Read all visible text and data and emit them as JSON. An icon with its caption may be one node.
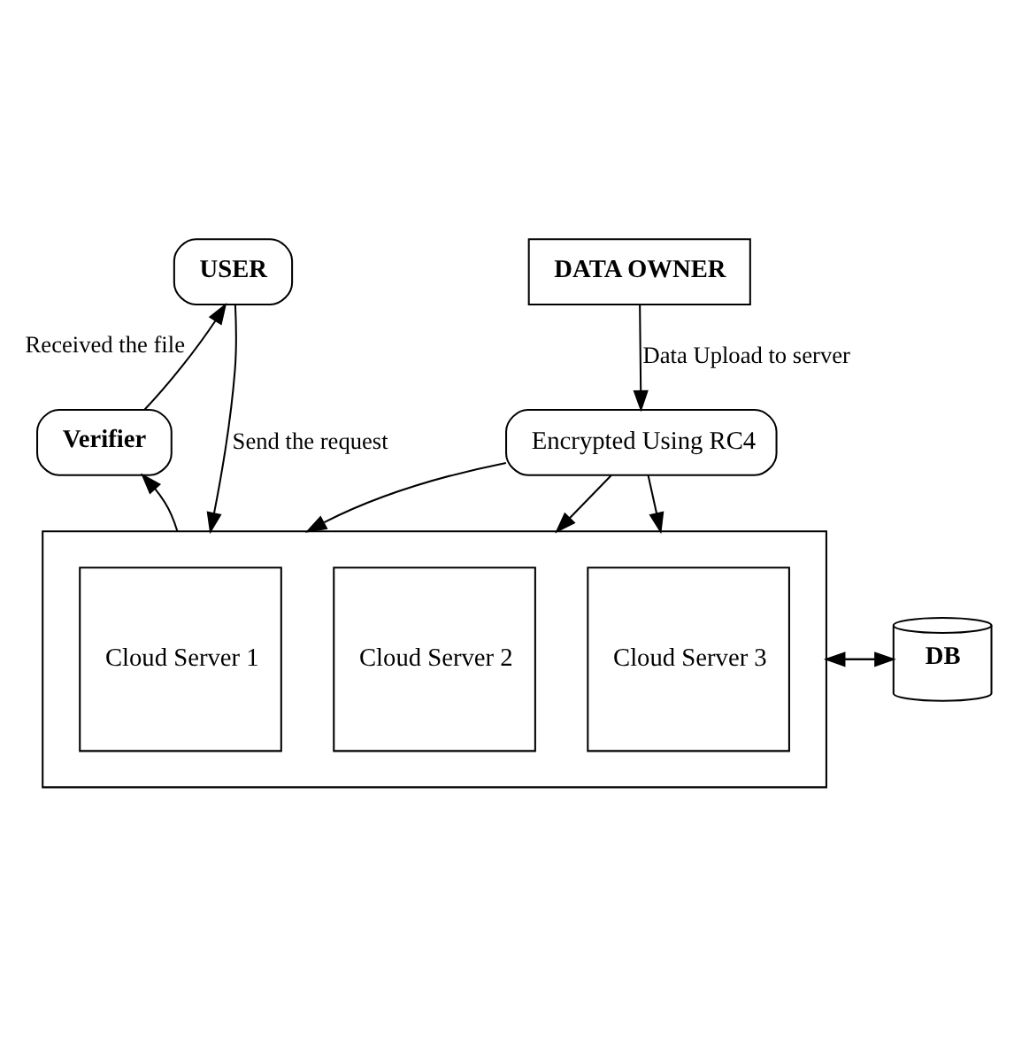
{
  "diagram": {
    "nodes": [
      {
        "text": [
          "USER"
        ]
      },
      {
        "text": [
          "DATA OWNER"
        ]
      },
      {
        "text": [
          "Verifier"
        ]
      },
      {
        "text": [
          "Encrypted Using RC4"
        ]
      },
      {
        "text": [],
        "shape": "box"
      },
      {
        "text": [
          "Cloud Server 1"
        ],
        "in": 4
      },
      {
        "text": [
          "Cloud Server 2"
        ],
        "in": 4
      },
      {
        "text": [
          "Cloud Server 3"
        ],
        "in": 4
      },
      {
        "text": [
          "DB"
        ]
      }
    ],
    "edges": [
      {
        "from": 0,
        "to": 4,
        "arrow": "to",
        "label": "Send the request"
      },
      {
        "from": 4,
        "to": 2,
        "arrow": "to"
      },
      {
        "from": 2,
        "to": 0,
        "arrow": "to",
        "label": "Received the file"
      },
      {
        "from": 1,
        "to": 3,
        "arrow": "to",
        "label": "Data Upload to server"
      },
      {
        "from": 3,
        "to": 4,
        "arrow": "to"
      },
      {
        "from": 3,
        "to": 4,
        "arrow": "to"
      },
      {
        "from": 3,
        "to": 4,
        "arrow": "to"
      },
      {
        "from": 4,
        "to": 8,
        "arrow": "to"
      },
      {
        "from": 8,
        "to": 4,
        "arrow": "to"
      }
    ]
  }
}
